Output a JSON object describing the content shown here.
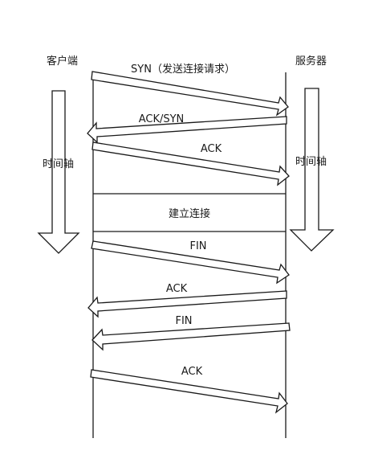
{
  "parties": {
    "client": "客户端",
    "server": "服务器"
  },
  "timeline": {
    "left_label": "时间轴",
    "right_label": "时间轴"
  },
  "connection_state": "建立连接",
  "messages": [
    {
      "label": "SYN（发送连接请求）",
      "direction": "client-to-server"
    },
    {
      "label": "ACK/SYN",
      "direction": "server-to-client"
    },
    {
      "label": "ACK",
      "direction": "client-to-server"
    },
    {
      "label": "FIN",
      "direction": "client-to-server"
    },
    {
      "label": "ACK",
      "direction": "server-to-client"
    },
    {
      "label": "FIN",
      "direction": "server-to-client"
    },
    {
      "label": "ACK",
      "direction": "client-to-server"
    }
  ]
}
